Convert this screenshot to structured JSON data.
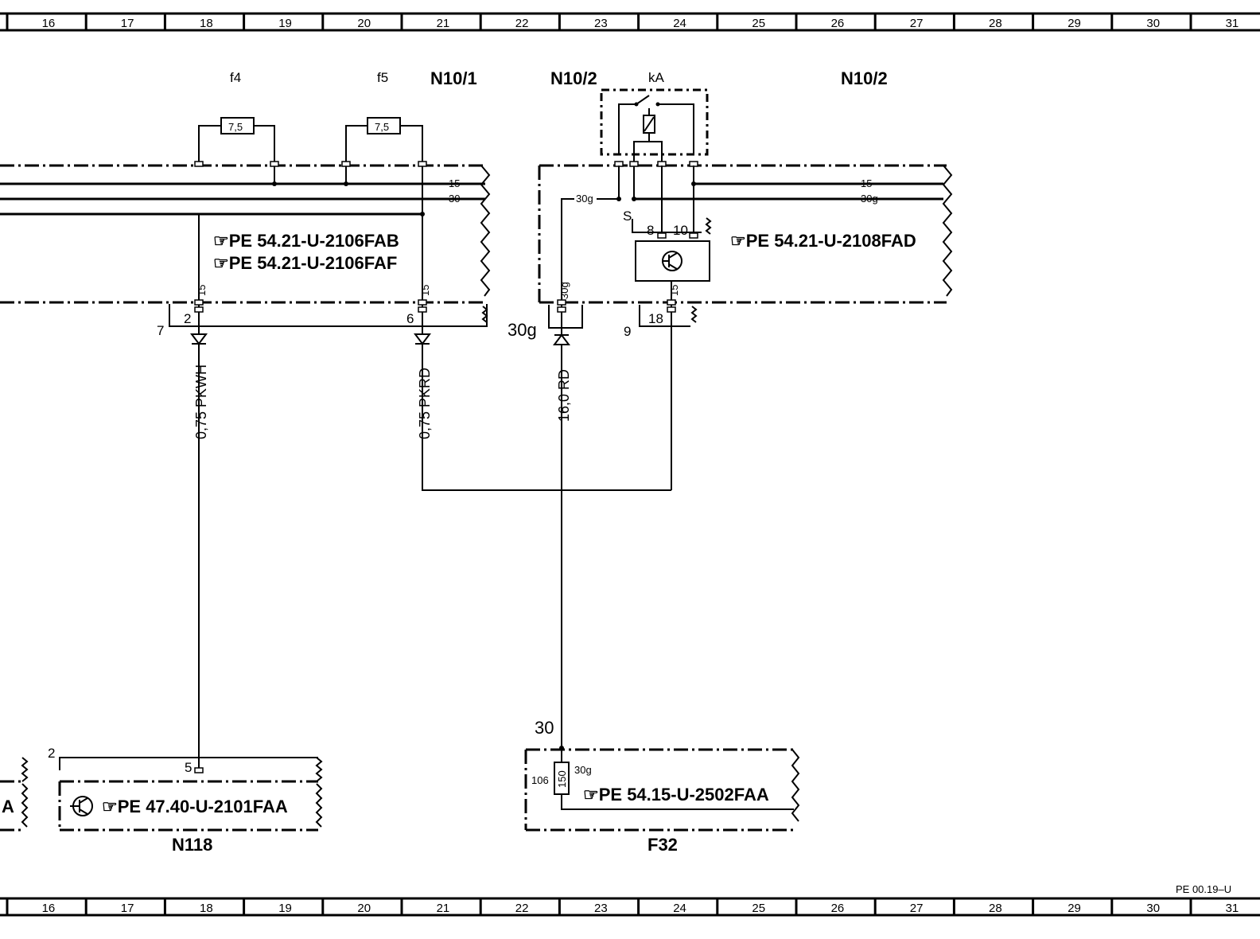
{
  "ruler_top": [
    "16",
    "17",
    "18",
    "19",
    "20",
    "21",
    "22",
    "23",
    "24",
    "25",
    "26",
    "27",
    "28",
    "29",
    "30",
    "31"
  ],
  "ruler_bottom": [
    "16",
    "17",
    "18",
    "19",
    "20",
    "21",
    "22",
    "23",
    "24",
    "25",
    "26",
    "27",
    "28",
    "29",
    "30",
    "31"
  ],
  "page_code": "PE 00.19–U",
  "fuses": {
    "f4_label": "f4",
    "f4_rating": "7,5",
    "f5_label": "f5",
    "f5_rating": "7,5"
  },
  "components": {
    "n10_1": "N10/1",
    "n10_2_left": "N10/2",
    "ka": "kA",
    "n10_2_right": "N10/2",
    "n118": "N118",
    "f32": "F32"
  },
  "references": {
    "ref_2106fab": "PE  54.21-U-2106FAB",
    "ref_2106faf": "PE  54.21-U-2106FAF",
    "ref_2108fad": "PE  54.21-U-2108FAD",
    "ref_2101faa": "PE  47.40-U-2101FAA",
    "ref_2502faa": "PE  54.15-U-2502FAA"
  },
  "lines": {
    "line15": "15",
    "line30": "30",
    "line30g": "30g",
    "line15_right": "15",
    "line30g_right": "30g"
  },
  "terminals": {
    "t15_a": "15",
    "t15_b": "15",
    "t30g": "30g",
    "t15_c": "15",
    "pin2": "2",
    "pin6": "6",
    "pin7": "7",
    "pin30g_conn": "30g",
    "pin9": "9",
    "pin18": "18",
    "pin8": "8",
    "pin10": "10",
    "s_label": "S",
    "n118_pin2": "2",
    "n118_pin5": "5",
    "f32_30": "30",
    "f32_106": "106",
    "f32_150": "150",
    "f32_30g": "30g",
    "left_a": "A"
  },
  "wires": {
    "w1": "0,75  PKWH",
    "w2": "0,75  PKRD",
    "w3": "16,0  RD"
  }
}
